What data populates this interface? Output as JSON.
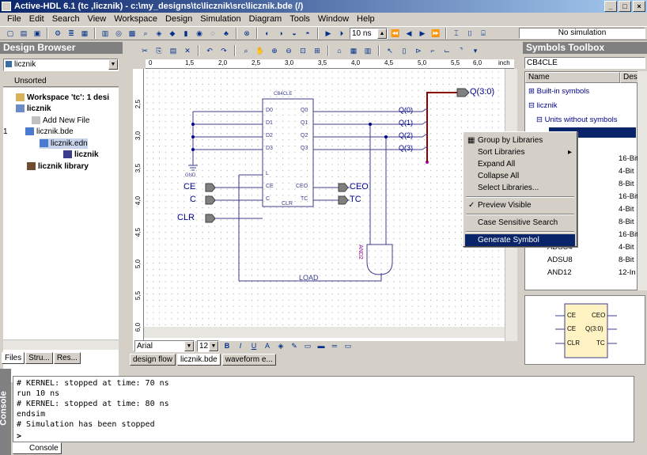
{
  "titlebar": {
    "title": "Active-HDL 6.1 (tc ,licznik) - c:\\my_designs\\tc\\licznik\\src\\licznik.bde (/)"
  },
  "menu": [
    "File",
    "Edit",
    "Search",
    "View",
    "Workspace",
    "Design",
    "Simulation",
    "Diagram",
    "Tools",
    "Window",
    "Help"
  ],
  "toolbar": {
    "sim_time": "10 ns",
    "status": "No simulation"
  },
  "design_browser": {
    "title": "Design Browser",
    "selected_lib": "licznik",
    "tab_label": "Unsorted",
    "tree": [
      {
        "num": "",
        "label": "Workspace 'tc': 1 desi",
        "bold": true
      },
      {
        "num": "",
        "label": "licznik",
        "bold": true
      },
      {
        "num": "",
        "label": "Add New File",
        "bold": false
      },
      {
        "num": "1",
        "label": "licznik.bde",
        "bold": false
      },
      {
        "num": "",
        "label": "licznik.edn",
        "bold": false
      },
      {
        "num": "",
        "label": "licznik",
        "bold": true
      },
      {
        "num": "",
        "label": "licznik library",
        "bold": true
      }
    ],
    "tabs": [
      "Files",
      "Stru...",
      "Res..."
    ]
  },
  "schematic": {
    "ruler_ticks": [
      "0",
      "1,5",
      "2,0",
      "2,5",
      "3,0",
      "3,5",
      "4,0",
      "4,5",
      "5,0",
      "5,5",
      "6,0",
      "inch"
    ],
    "vruler_ticks": [
      "2,5",
      "3,0",
      "3,5",
      "4,0",
      "4,5",
      "5,0",
      "5,5",
      "6,0"
    ],
    "block_name": "CB4CLE",
    "block_pins_left": [
      "D0",
      "D1",
      "D2",
      "D3",
      "L",
      "CE",
      "C",
      "CLR"
    ],
    "block_pins_right": [
      "Q0",
      "Q1",
      "Q2",
      "Q3",
      "CEO",
      "TC"
    ],
    "q_labels": [
      "Q(0)",
      "Q(1)",
      "Q(2)",
      "Q(3)"
    ],
    "bus_out": "Q(3:0)",
    "inputs": [
      "CE",
      "C",
      "CLR"
    ],
    "outputs": [
      "CEO",
      "TC"
    ],
    "gnd": "GND",
    "gate": "AND2",
    "load": "LOAD",
    "font_name": "Arial",
    "font_size": "12",
    "format_buttons": [
      "B",
      "I",
      "U"
    ],
    "doc_tabs": [
      "design flow",
      "licznik.bde",
      "waveform e..."
    ]
  },
  "symbols_toolbox": {
    "title": "Symbols Toolbox",
    "search": "CB4CLE",
    "col_name": "Name",
    "col_desc": "Desc",
    "groups": [
      "Built-in symbols",
      "licznik",
      "Units without symbols"
    ],
    "rows": [
      {
        "name": "",
        "desc": "16-Bit"
      },
      {
        "name": "",
        "desc": "4-Bit"
      },
      {
        "name": "",
        "desc": "8-Bit"
      },
      {
        "name": "",
        "desc": "16-Bit"
      },
      {
        "name": "",
        "desc": "4-Bit"
      },
      {
        "name": "",
        "desc": "8-Bit"
      },
      {
        "name": "",
        "desc": "16-Bit"
      },
      {
        "name": "ADSU4",
        "desc": "4-Bit"
      },
      {
        "name": "ADSU8",
        "desc": "8-Bit"
      },
      {
        "name": "AND12",
        "desc": "12-In"
      }
    ],
    "preview_pins_left": [
      "CE",
      "CE",
      "CLR"
    ],
    "preview_pins_right": [
      "CEO",
      "Q(3:0)",
      "TC"
    ]
  },
  "context_menu": {
    "items": [
      {
        "label": "Group by Libraries",
        "check": false
      },
      {
        "label": "Sort Libraries",
        "check": false,
        "submenu": true
      },
      {
        "label": "Expand All",
        "check": false
      },
      {
        "label": "Collapse All",
        "check": false
      },
      {
        "label": "Select Libraries...",
        "check": false
      },
      {
        "label": "Preview Visible",
        "check": true
      },
      {
        "label": "Case Sensitive Search",
        "check": false
      },
      {
        "label": "Generate Symbol",
        "check": false
      }
    ]
  },
  "console": {
    "title": "Console",
    "lines": [
      "# KERNEL: stopped at time: 70 ns",
      "run 10 ns",
      "# KERNEL: stopped at time: 80 ns",
      "endsim",
      "# Simulation has been stopped"
    ],
    "prompt": ">",
    "tab": "Console"
  }
}
